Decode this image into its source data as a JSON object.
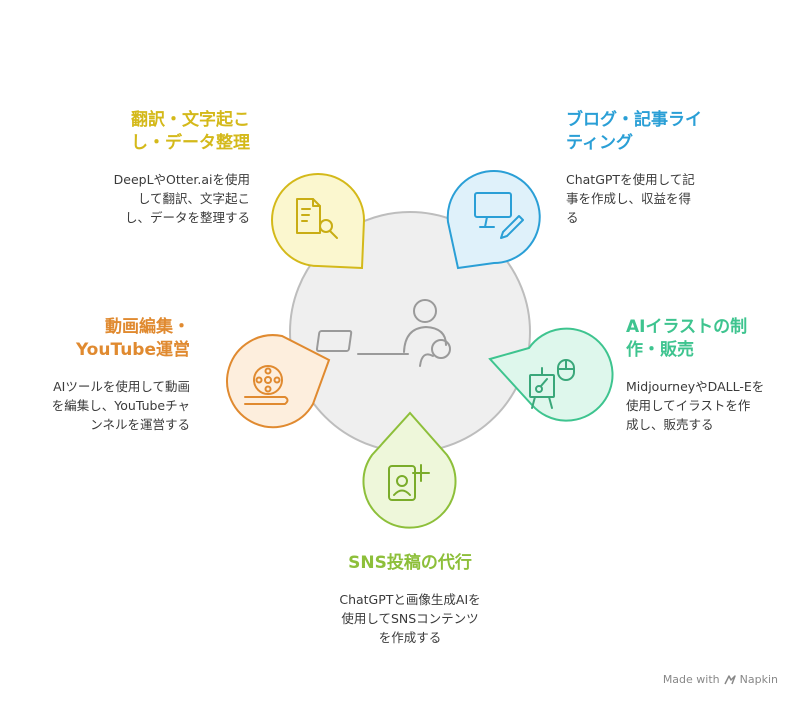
{
  "colors": {
    "yellow": "#d4b91a",
    "blue": "#2a9fd6",
    "green": "#3ec48f",
    "lime": "#8dbf3a",
    "orange": "#e08a30",
    "center_fill": "#efefef",
    "center_stroke": "#bdbdbd"
  },
  "items": [
    {
      "title": "翻訳・文字起こ\nし・データ整理",
      "desc": "DeepLやOtter.aiを使用\nして翻訳、文字起こ\nし、データを整理する",
      "icon": "document-search-icon"
    },
    {
      "title": "ブログ・記事ライ\nティング",
      "desc": "ChatGPTを使用して記\n事を作成し、収益を得\nる",
      "icon": "monitor-pen-icon"
    },
    {
      "title": "AIイラストの制\n作・販売",
      "desc": "MidjourneyやDALL-Eを\n使用してイラストを作\n成し、販売する",
      "icon": "easel-mouse-icon"
    },
    {
      "title": "SNS投稿の代行",
      "desc": "ChatGPTと画像生成AIを\n使用してSNSコンテンツ\nを作成する",
      "icon": "profile-add-icon"
    },
    {
      "title": "動画編集・\nYouTube運営",
      "desc": "AIツールを使用して動画\nを編集し、YouTubeチャ\nンネルを運営する",
      "icon": "film-reel-icon"
    }
  ],
  "center_icon": "person-laptop-icon",
  "watermark": {
    "label": "Made with",
    "brand": "Napkin"
  }
}
